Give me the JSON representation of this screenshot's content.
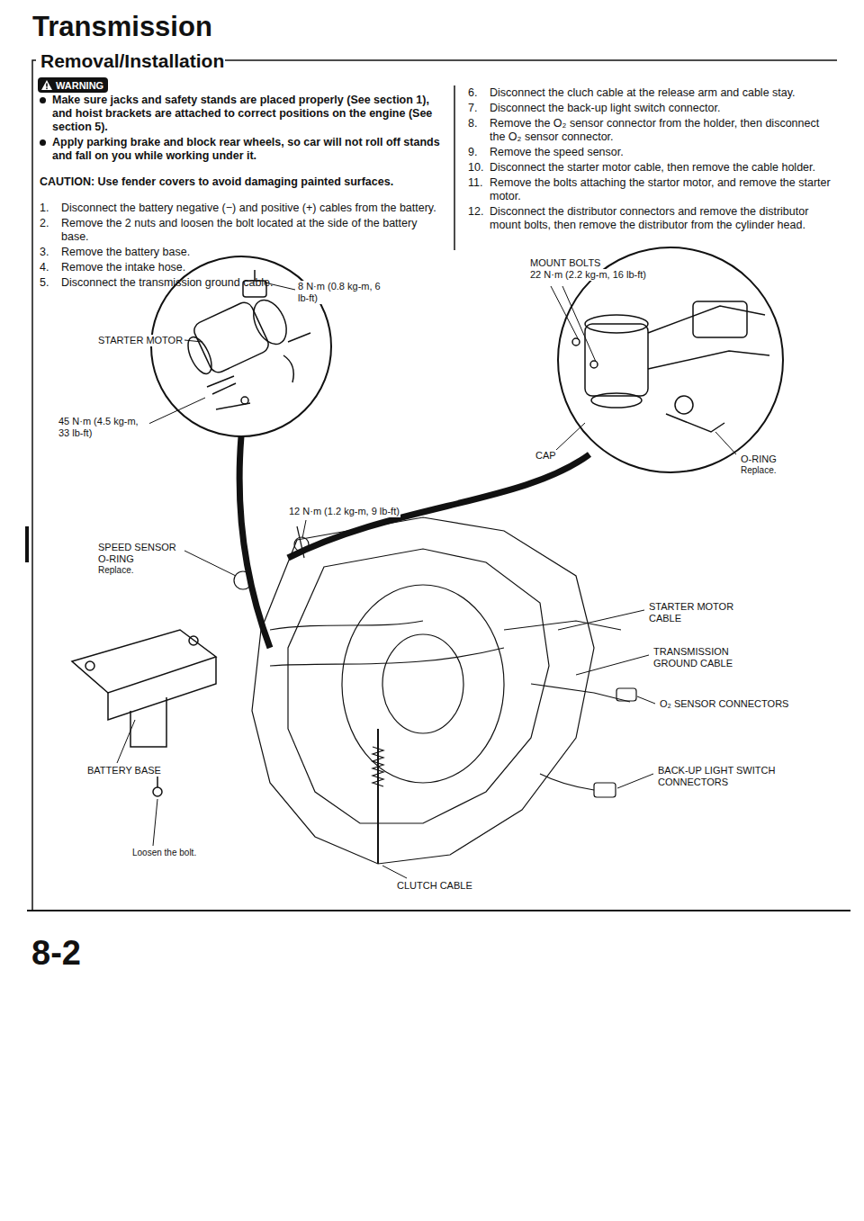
{
  "diagram": {
    "title": "Transmission",
    "nodes": [
      {
        "text": [
          "WARNING"
        ]
      }
    ],
    "labels": [
      "Removal/Installation",
      "Make sure jacks and safety stands are placed properly (See section 1), and hoist brackets are attached to correct positions on the engine (See section 5).",
      "Apply parking brake and block rear wheels, so car will not roll off stands and fall on you while working under it.",
      "CAUTION: Use fender covers to avoid damaging painted surfaces.",
      "1.",
      "Disconnect the battery negative (−) and positive (+) cables from the battery.",
      "2.",
      "Remove the 2 nuts and loosen the bolt located at the side of the battery base.",
      "3.",
      "Remove the battery base.",
      "4.",
      "Remove the intake hose.",
      "5.",
      "Disconnect the transmission ground cable.",
      "6.",
      "Disconnect the cluch cable at the release arm and cable stay.",
      "7.",
      "Disconnect the back-up light switch connector.",
      "8.",
      "Remove the O₂ sensor connector from the holder, then disconnect the O₂ sensor connector.",
      "9.",
      "Remove the speed sensor.",
      "10.",
      "Disconnect the starter motor cable, then remove the cable holder.",
      "11.",
      "Remove the bolts attaching the startor motor, and remove the starter motor.",
      "12.",
      "Disconnect the distributor connectors and remove the distributor mount bolts, then remove the distributor from the cylinder head.",
      "8 N·m (0.8 kg-m, 6 lb-ft)",
      "STARTER MOTOR",
      "45 N·m (4.5 kg-m, 33 lb-ft)",
      "MOUNT BOLTS",
      "22 N·m (2.2 kg-m, 16 lb-ft)",
      "CAP",
      "O-RING",
      "Replace.",
      "12 N·m (1.2 kg-m, 9 lb-ft)",
      "SPEED SENSOR",
      "O-RING",
      "Replace.",
      "STARTER MOTOR CABLE",
      "TRANSMISSION GROUND CABLE",
      "O₂ SENSOR CONNECTORS",
      "BATTERY BASE",
      "BACK-UP LIGHT SWITCH CONNECTORS",
      "Loosen the bolt.",
      "CLUTCH CABLE",
      "8-2"
    ]
  }
}
